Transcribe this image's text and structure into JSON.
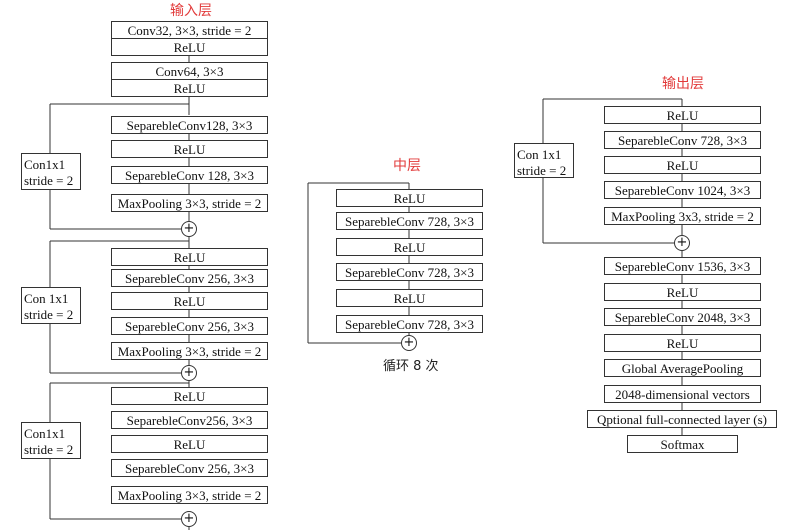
{
  "entry": {
    "title": "输入层",
    "blocks": [
      [
        "Conv32, 3×3, stride = 2",
        "ReLU"
      ],
      [
        "Conv64, 3×3",
        "ReLU"
      ]
    ],
    "stages": [
      {
        "shortcut": [
          "Con1x1",
          "stride = 2"
        ],
        "layers": [
          "SeparebleConv128, 3×3",
          "ReLU",
          "SeparebleConv 128, 3×3",
          "MaxPooling 3×3, stride = 2"
        ]
      },
      {
        "shortcut": [
          "Con 1x1",
          "stride = 2"
        ],
        "layers": [
          "ReLU",
          "SeparebleConv 256, 3×3",
          "ReLU",
          "SeparebleConv 256, 3×3",
          "MaxPooling 3×3, stride = 2"
        ]
      },
      {
        "shortcut": [
          "Con1x1",
          "stride = 2"
        ],
        "layers": [
          "ReLU",
          "SeparebleConv256, 3×3",
          "ReLU",
          "SeparebleConv 256, 3×3",
          "MaxPooling 3×3, stride = 2"
        ]
      }
    ]
  },
  "middle": {
    "title": "中层",
    "layers": [
      "ReLU",
      "SeparebleConv 728, 3×3",
      "ReLU",
      "SeparebleConv 728, 3×3",
      "ReLU",
      "SeparebleConv 728, 3×3"
    ],
    "loop_note": "循环 8 次"
  },
  "exit": {
    "title": "输出层",
    "shortcut": [
      "Con 1x1",
      "stride = 2"
    ],
    "residual_layers": [
      "ReLU",
      "SeparebleConv 728, 3×3",
      "ReLU",
      "SeparebleConv 1024, 3×3",
      "MaxPooling 3x3, stride = 2"
    ],
    "tail_layers": [
      "SeparebleConv 1536, 3×3",
      "ReLU",
      "SeparebleConv 2048, 3×3",
      "ReLU",
      "Global AveragePooling",
      "2048-dimensional vectors",
      "Qptional full-connected layer (s)",
      "Softmax"
    ]
  },
  "symbols": {
    "add": "+"
  },
  "colors": {
    "title": "#e23b3b",
    "line": "#333333"
  }
}
